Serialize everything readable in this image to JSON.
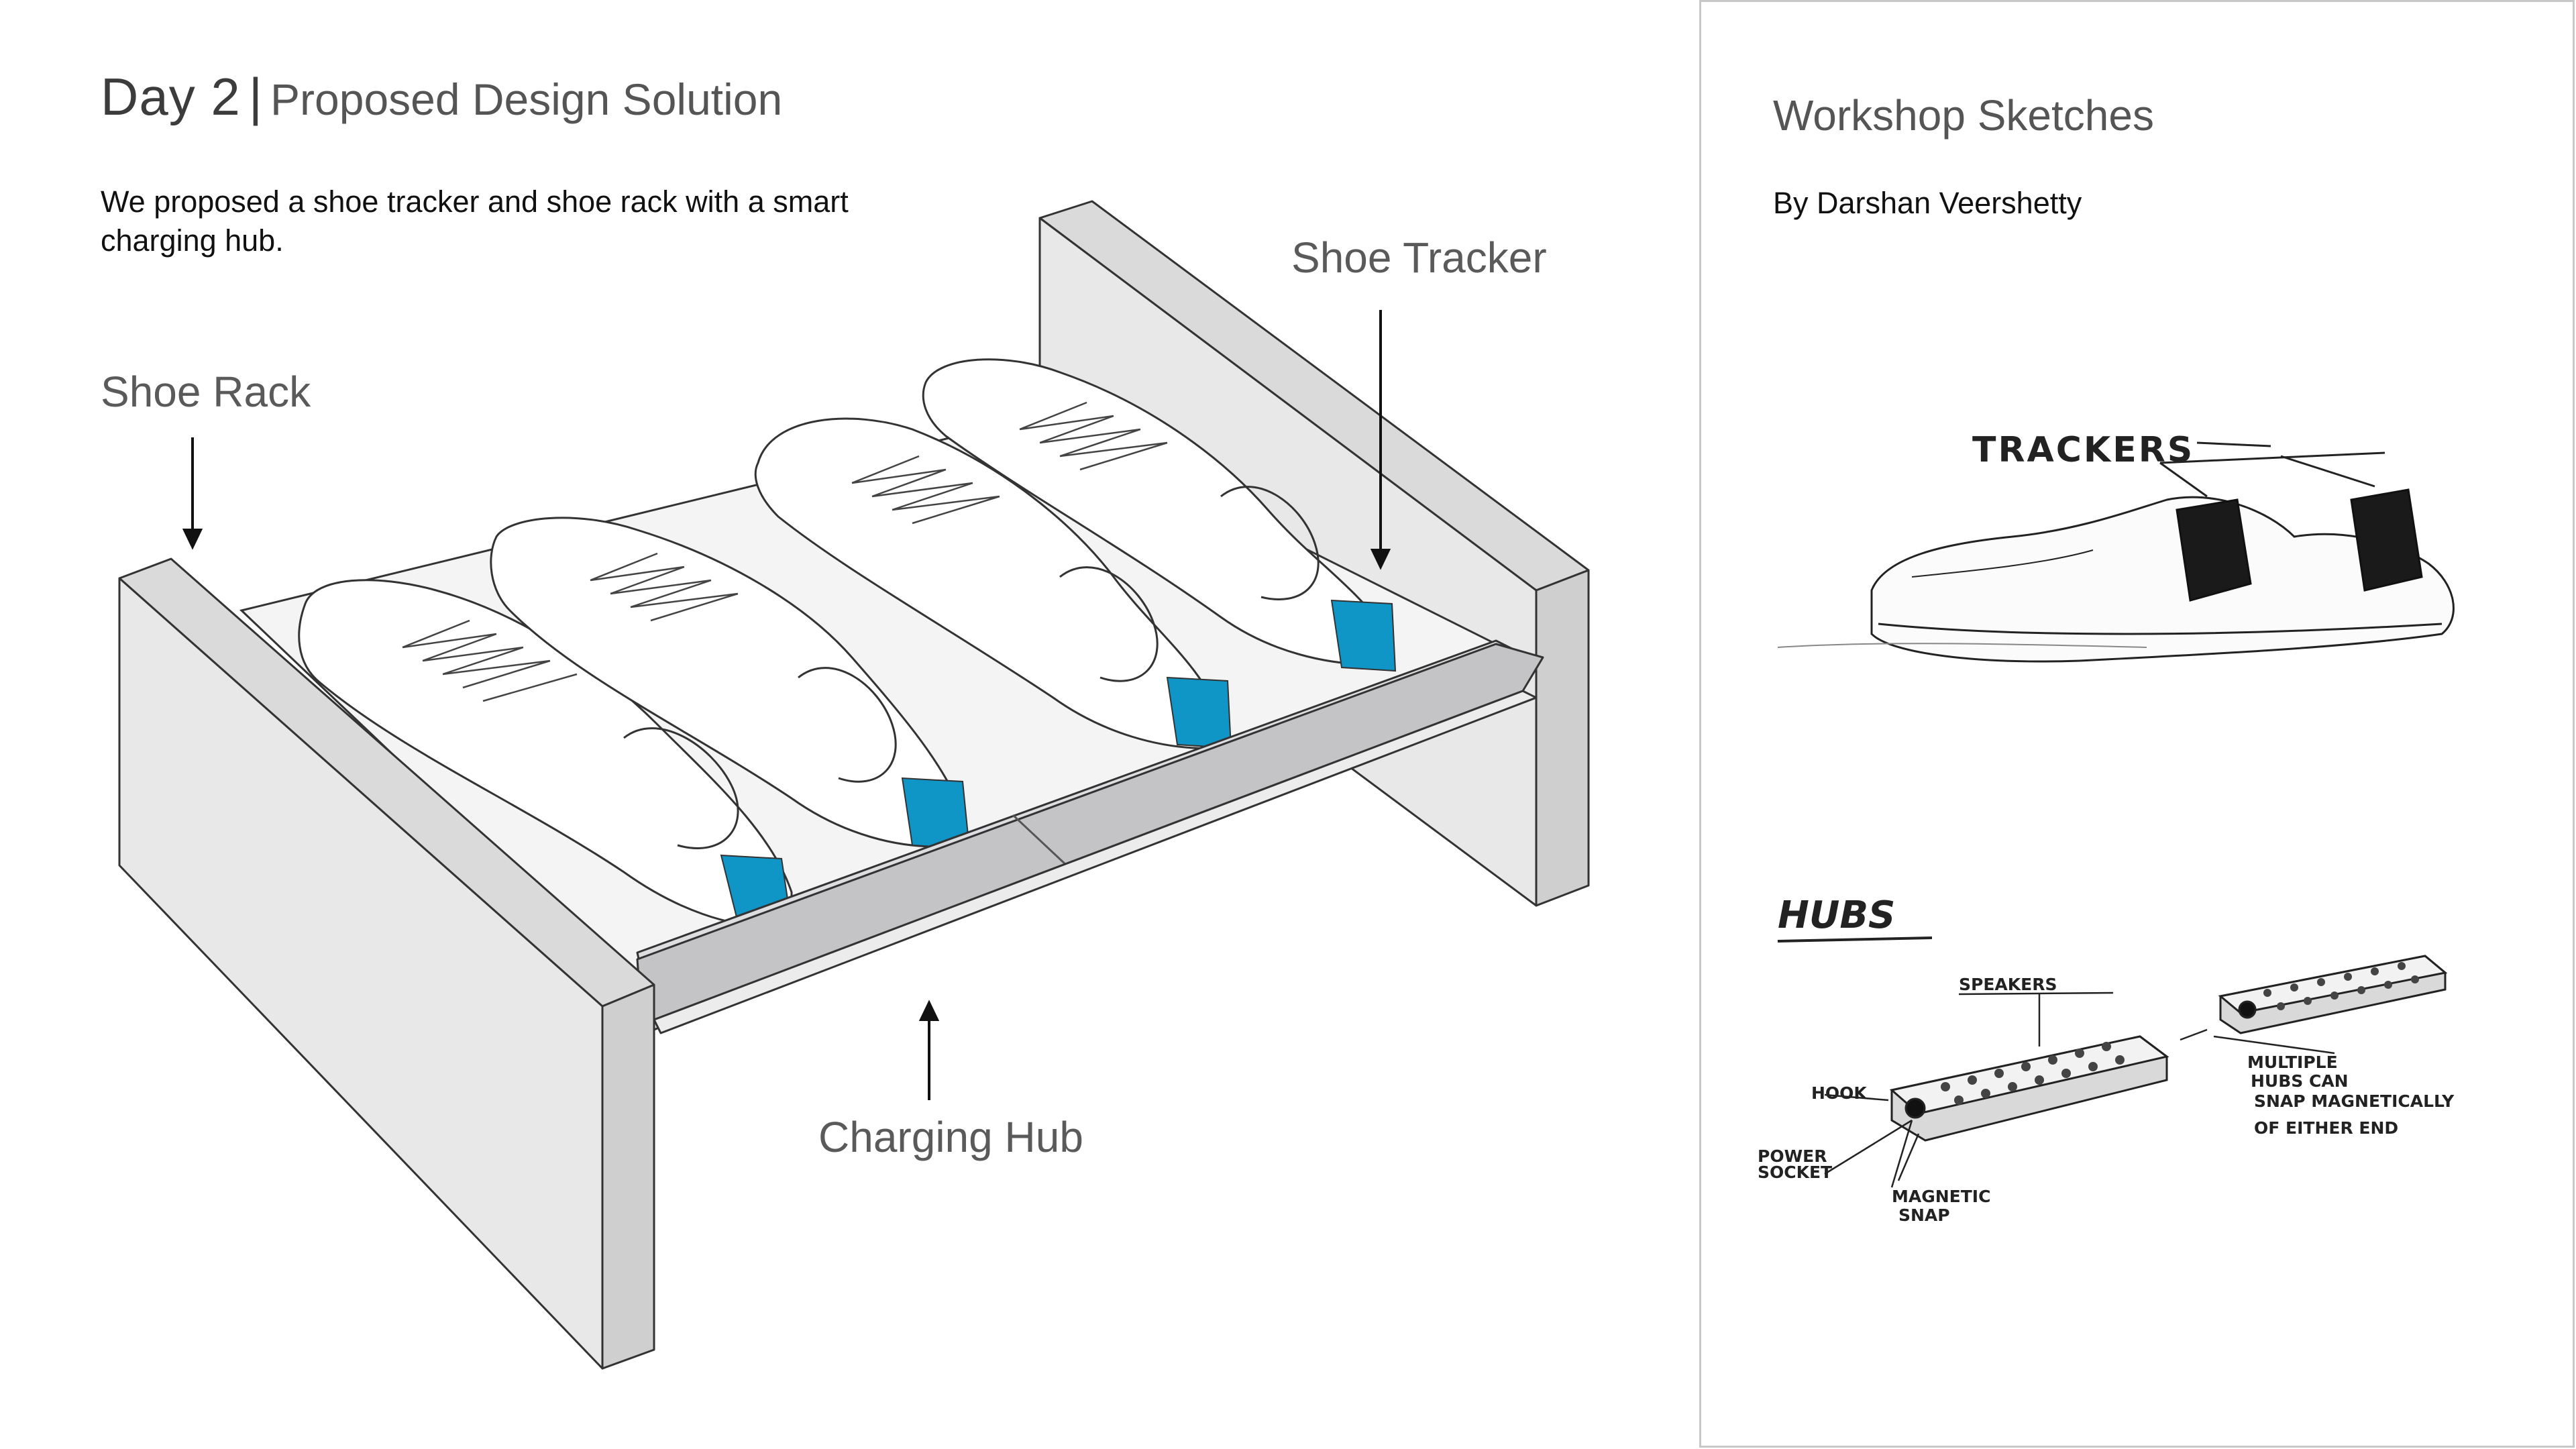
{
  "header": {
    "day": "Day 2",
    "separator": "|",
    "subtitle": "Proposed Design Solution",
    "intro": "We proposed a shoe tracker and shoe rack with a smart charging hub."
  },
  "illustration": {
    "labels": {
      "shoe_rack": "Shoe Rack",
      "shoe_tracker": "Shoe Tracker",
      "charging_hub": "Charging Hub"
    },
    "tracker_color": "#0f95c6",
    "rack_color": "#e6e6e7",
    "hub_color": "#c4c4c6"
  },
  "sketches": {
    "title": "Workshop Sketches",
    "author": "By Darshan Veershetty",
    "notes": {
      "trackers": "TRACKERS",
      "hubs": "HUBS",
      "speakers": "SPEAKERS",
      "hook": "HOOK",
      "power_socket_1": "POWER",
      "power_socket_2": "SOCKET",
      "magnetic_1": "MAGNETIC",
      "magnetic_2": "SNAP",
      "multiple_1": "MULTIPLE",
      "multiple_2": "HUBS CAN",
      "multiple_3": "SNAP MAGNETICALLY",
      "multiple_4": "OF EITHER END"
    }
  }
}
